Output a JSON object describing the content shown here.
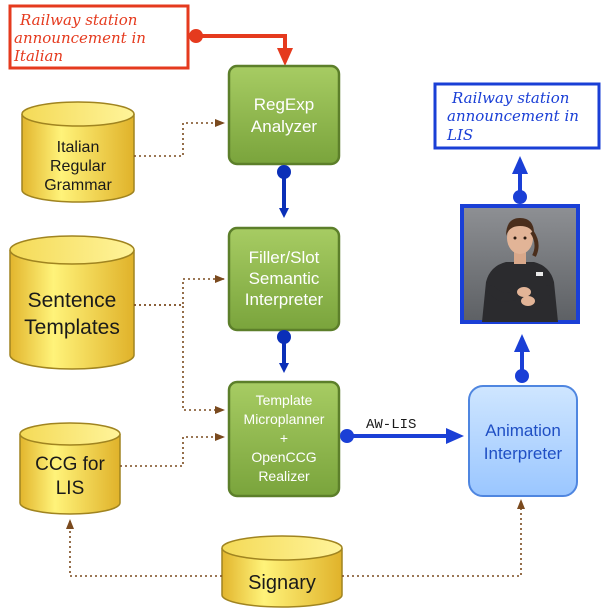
{
  "notes": {
    "input": [
      "Railway station",
      "announcement in",
      "Italian"
    ],
    "output": [
      "Railway station",
      "announcement in",
      "LIS"
    ]
  },
  "databases": {
    "italian_grammar": [
      "Italian",
      "Regular",
      "Grammar"
    ],
    "sentence_templates": [
      "Sentence",
      "Templates"
    ],
    "ccg_for_lis": [
      "CCG for",
      "LIS"
    ],
    "signary": [
      "Signary"
    ]
  },
  "modules": {
    "regexp": [
      "RegExp",
      "Analyzer"
    ],
    "filler_slot": [
      "Filler/Slot",
      "Semantic",
      "Interpreter"
    ],
    "microplanner": [
      "Template",
      "Microplanner",
      "+",
      "OpenCCG",
      "Realizer"
    ],
    "animation": [
      "Animation",
      "Interpreter"
    ]
  },
  "edge_labels": {
    "aw_lis": "AW-LIS"
  },
  "avatar": {
    "icon": "signing-avatar-image"
  },
  "colors": {
    "input_red": "#e53a1e",
    "output_blue": "#1a3fd6",
    "flow_blue": "#0a2fb8",
    "module_green": "#8fb74e",
    "module_green_border": "#5c7f2a",
    "module_blue": "#b9d9ff",
    "db_yellow": "#f6e06a",
    "dotted_brown": "#7a4a1e"
  }
}
